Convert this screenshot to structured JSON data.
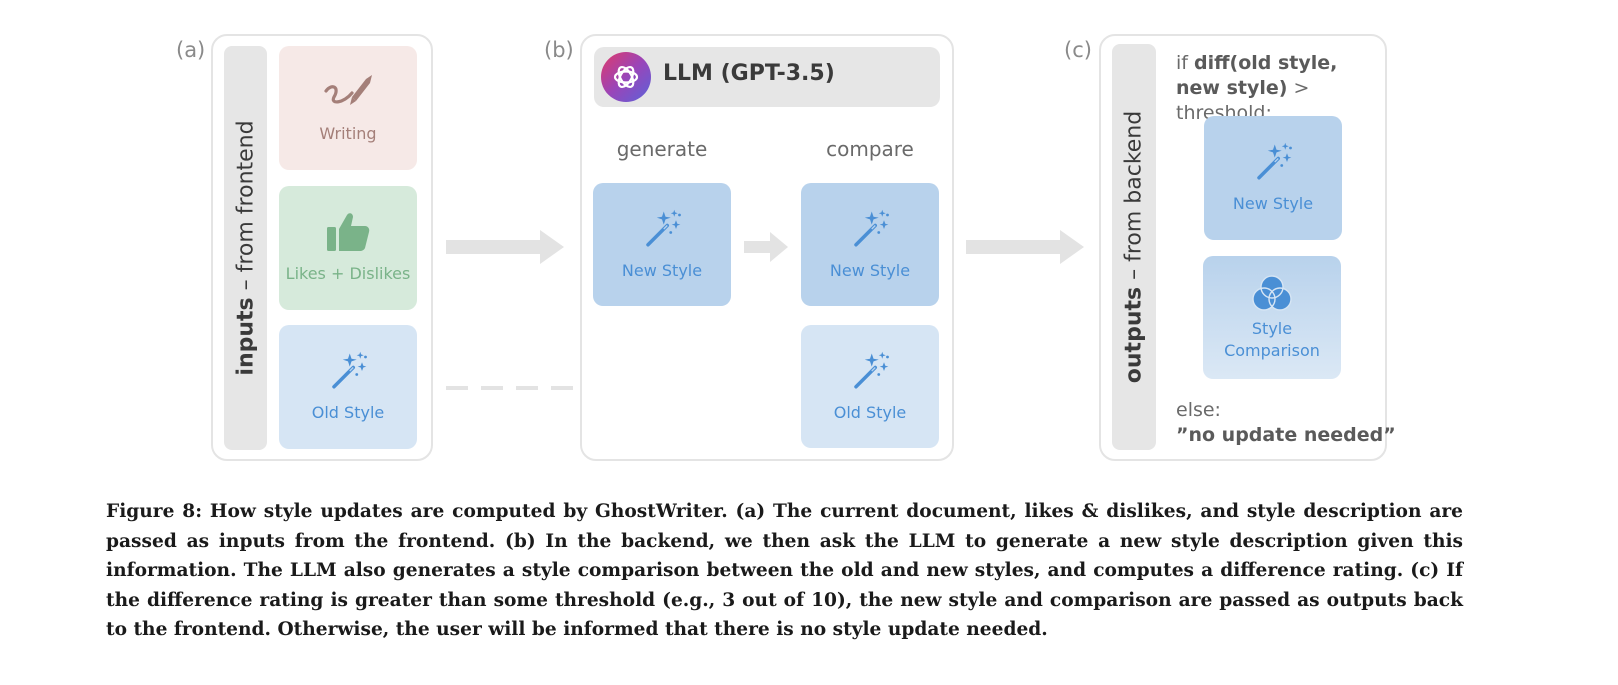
{
  "panels": {
    "a": {
      "label": "(a)",
      "side_bold": "inputs",
      "side_rest": " – from frontend",
      "cards": {
        "writing": "Writing",
        "likes": "Likes + Dislikes",
        "old_style": "Old Style"
      }
    },
    "b": {
      "label": "(b)",
      "llm_title": "LLM (GPT-3.5)",
      "generate_label": "generate",
      "compare_label": "compare",
      "cards": {
        "generate_new": "New Style",
        "compare_new": "New Style",
        "compare_old": "Old Style"
      }
    },
    "c": {
      "label": "(c)",
      "side_bold": "outputs",
      "side_rest": " – from backend",
      "cond_if": "if ",
      "cond_bold": "diff(old style, new style)",
      "cond_rest": " > threshold:",
      "cards": {
        "new_style": "New Style",
        "comparison_line1": "Style",
        "comparison_line2": "Comparison"
      },
      "else_label": "else:",
      "else_value": "”no update needed”"
    }
  },
  "caption": "Figure 8: How style updates are computed by GhostWriter. (a) The current document, likes & dislikes, and style description are passed as inputs from the frontend. (b) In the backend, we then ask the LLM to generate a new style description given this information. The LLM also generates a style comparison between the old and new styles, and computes a difference rating. (c) If the difference rating is greater than some threshold (e.g., 3 out of 10), the new style and comparison are passed as outputs back to the frontend. Otherwise, the user will be informed that there is no style update needed.",
  "colors": {
    "writing_card": "#f6e9e7",
    "likes_card": "#d6eadb",
    "new_style_card": "#b8d2ec",
    "old_style_card": "#d6e5f4",
    "icon_blue": "#4a8fd5",
    "icon_green": "#7ab389",
    "icon_pink": "#a47f79"
  },
  "icons": {
    "writing": "pen-writing-icon",
    "likes": "thumbs-up-icon",
    "style": "magic-wand-icon",
    "comparison": "venn-diagram-icon",
    "llm": "openai-logo-icon"
  }
}
